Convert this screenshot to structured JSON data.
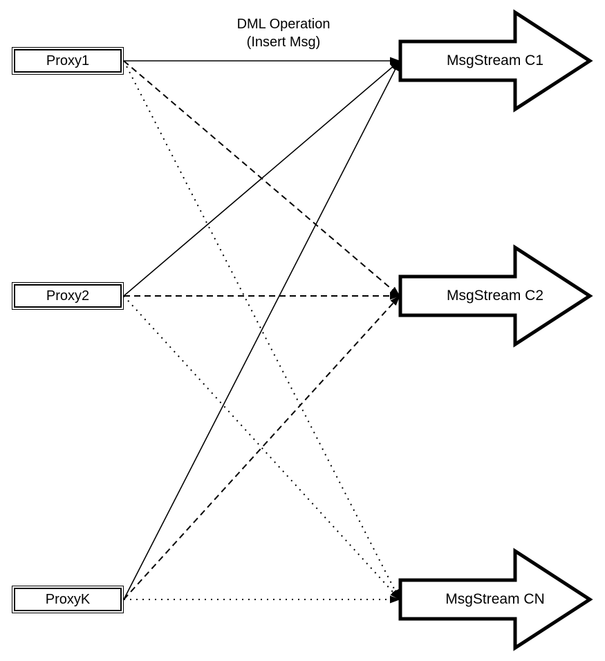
{
  "diagram": {
    "caption": {
      "line1": "DML Operation",
      "line2": "(Insert Msg)"
    },
    "proxies": [
      {
        "id": "proxy1",
        "label": "Proxy1"
      },
      {
        "id": "proxy2",
        "label": "Proxy2"
      },
      {
        "id": "proxyK",
        "label": "ProxyK"
      }
    ],
    "streams": [
      {
        "id": "c1",
        "label": "MsgStream C1"
      },
      {
        "id": "c2",
        "label": "MsgStream C2"
      },
      {
        "id": "cn",
        "label": "MsgStream CN"
      }
    ],
    "edges": [
      {
        "from": "proxy1",
        "to": "c1",
        "style": "solid"
      },
      {
        "from": "proxy1",
        "to": "c2",
        "style": "dashed"
      },
      {
        "from": "proxy1",
        "to": "cn",
        "style": "dotted"
      },
      {
        "from": "proxy2",
        "to": "c1",
        "style": "solid"
      },
      {
        "from": "proxy2",
        "to": "c2",
        "style": "dashed"
      },
      {
        "from": "proxy2",
        "to": "cn",
        "style": "dotted"
      },
      {
        "from": "proxyK",
        "to": "c1",
        "style": "solid"
      },
      {
        "from": "proxyK",
        "to": "c2",
        "style": "dashed"
      },
      {
        "from": "proxyK",
        "to": "cn",
        "style": "dotted"
      }
    ],
    "colors": {
      "stroke": "#000000",
      "background": "#ffffff"
    }
  }
}
